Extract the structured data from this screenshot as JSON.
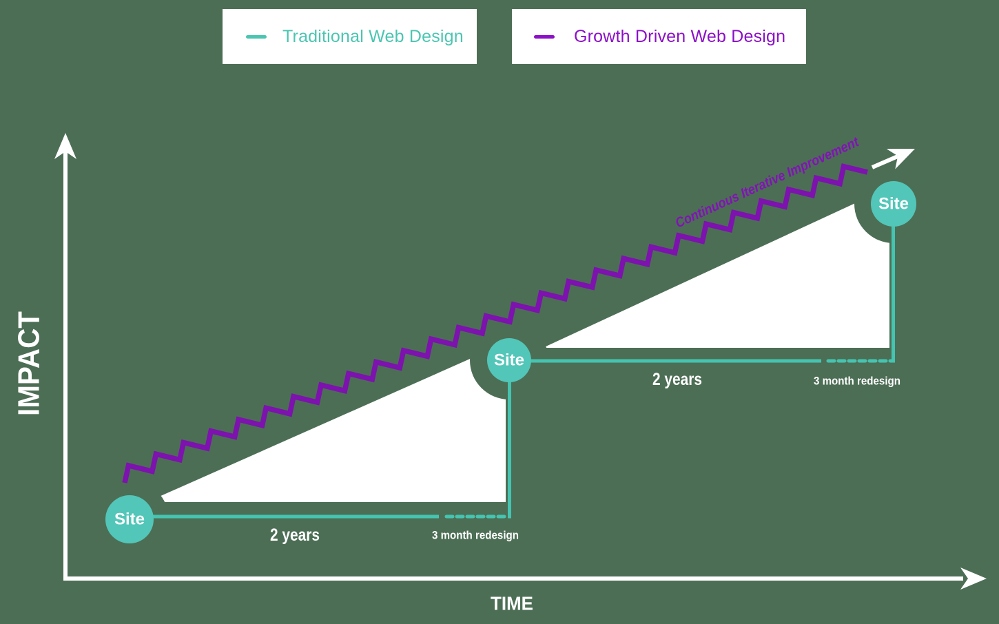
{
  "colors": {
    "background": "#4C6E55",
    "white": "#FFFFFF",
    "teal_line": "#45C4B1",
    "teal_fill": "#52C6B8",
    "legend_teal": "#4BC5B1",
    "purple_line": "#7D12AE",
    "purple_text": "#8312B8",
    "legend_purple": "#8C10C7"
  },
  "legend": {
    "traditional_label": "Traditional Web Design",
    "gdd_label": "Growth Driven Web Design"
  },
  "axes": {
    "x_label": "TIME",
    "y_label": "IMPACT"
  },
  "annotations": {
    "site": "Site",
    "two_years": "2 years",
    "three_month_redesign": "3 month redesign",
    "improvement": "Continuous Iterative Improvement"
  },
  "chart_data": {
    "type": "line",
    "title": "",
    "xlabel": "TIME",
    "ylabel": "IMPACT",
    "axis_numeric": false,
    "grid": false,
    "legend_position": "top",
    "series": [
      {
        "name": "Traditional Web Design",
        "color": "#45C4B1",
        "style": "stepped",
        "description": "Site launch, flat impact for 2 years, dashed 3 month redesign, vertical jump to next plateau; repeated twice",
        "points_pct": [
          {
            "x": 7,
            "y": 13
          },
          {
            "x": 41,
            "y": 13
          },
          {
            "x": 48,
            "y": 13
          },
          {
            "x": 48,
            "y": 49
          },
          {
            "x": 82,
            "y": 49
          },
          {
            "x": 90,
            "y": 49
          },
          {
            "x": 90,
            "y": 84
          }
        ],
        "markers": [
          {
            "label": "Site",
            "x": 7,
            "y": 13
          },
          {
            "label": "Site",
            "x": 48,
            "y": 49
          },
          {
            "label": "Site",
            "x": 90,
            "y": 84
          }
        ],
        "segment_labels": [
          "2 years",
          "3 month redesign",
          "2 years",
          "3 month redesign"
        ]
      },
      {
        "name": "Growth Driven Web Design",
        "color": "#7D12AE",
        "style": "zigzag-rising",
        "annotation": "Continuous Iterative Improvement",
        "description": "Continuous steady rise in impact over time, drawn as a staircase zigzag ending in an arrow",
        "points_pct": [
          {
            "x": 6,
            "y": 22
          },
          {
            "x": 87,
            "y": 92
          }
        ]
      }
    ]
  }
}
